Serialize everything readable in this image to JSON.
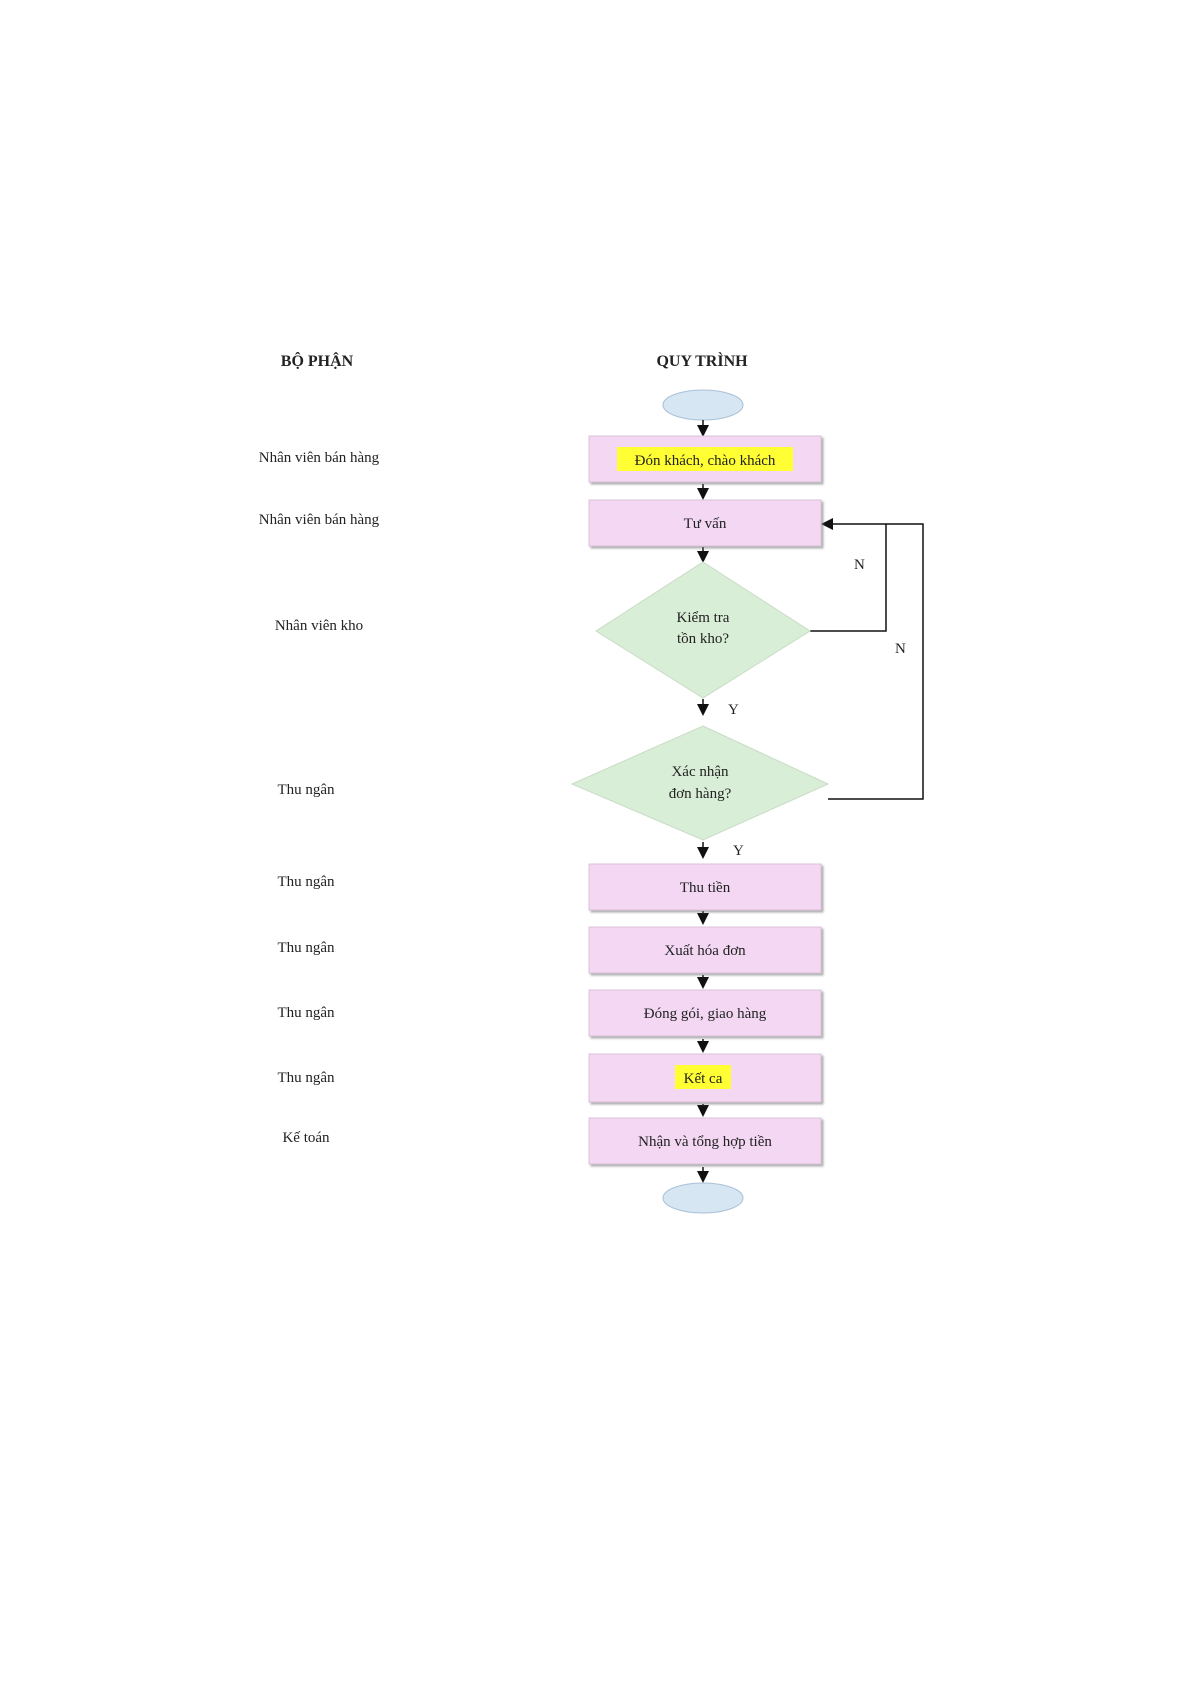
{
  "headers": {
    "department": "BỘ PHẬN",
    "process": "QUY TRÌNH"
  },
  "departments": [
    "Nhân viên bán hàng",
    "Nhân viên bán hàng",
    "Nhân viên kho",
    "Thu ngân",
    "Thu ngân",
    "Thu ngân",
    "Thu ngân",
    "Thu ngân",
    "Kế toán"
  ],
  "steps": {
    "greet": "Đón khách, chào khách",
    "consult": "Tư vấn",
    "check_stock_1": "Kiểm tra",
    "check_stock_2": "tồn kho?",
    "confirm_1": "Xác nhận",
    "confirm_2": "đơn hàng?",
    "collect": "Thu tiền",
    "invoice": "Xuất hóa đơn",
    "pack": "Đóng gói, giao hàng",
    "close_shift": "Kết ca",
    "accounting": "Nhận và tổng hợp tiền"
  },
  "branch_labels": {
    "yes": "Y",
    "no": "N"
  },
  "colors": {
    "box": "#f3d7f3",
    "diamond": "#d9eed6",
    "terminal": "#d6e6f2",
    "highlight": "#ffff33"
  }
}
